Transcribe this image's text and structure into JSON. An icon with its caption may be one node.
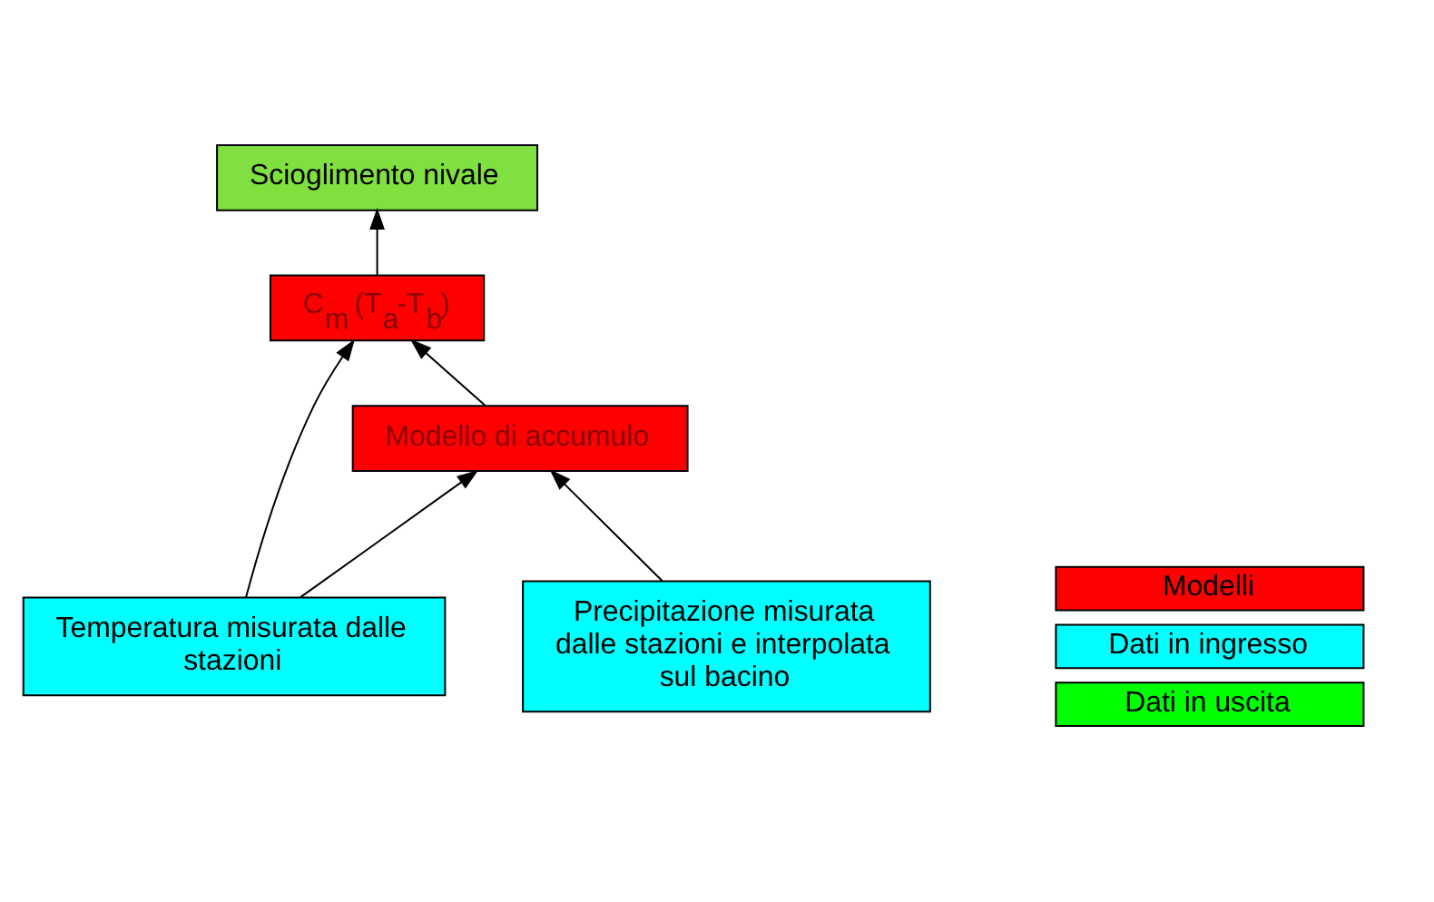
{
  "diagram": {
    "nodes": [
      {
        "text": [
          "Scioglimento nivale"
        ]
      },
      {
        "text": [
          "C$_{m}$ (T$_{a}$-T$_{b}$)"
        ]
      },
      {
        "text": [
          "Temperatura misurata dalle stazioni"
        ]
      },
      {
        "text": [
          "Modello di accumulo"
        ]
      },
      {
        "text": [
          "Precipitazione misurata dalle stazioni e interpolata sul bacino"
        ]
      }
    ],
    "edges": [
      {
        "from": 1,
        "to": 0,
        "arrow": "to"
      },
      {
        "from": 2,
        "to": 1,
        "arrow": "to"
      },
      {
        "from": 2,
        "to": 3,
        "arrow": "to"
      },
      {
        "from": 3,
        "to": 1,
        "arrow": "to"
      },
      {
        "from": 4,
        "to": 3,
        "arrow": "to"
      }
    ],
    "legend": [
      {
        "text": "Modelli",
        "color": "#ff0000"
      },
      {
        "text": "Dati in ingresso",
        "color": "#00ffff"
      },
      {
        "text": "Dati in uscita",
        "color": "#00ff00"
      }
    ]
  }
}
